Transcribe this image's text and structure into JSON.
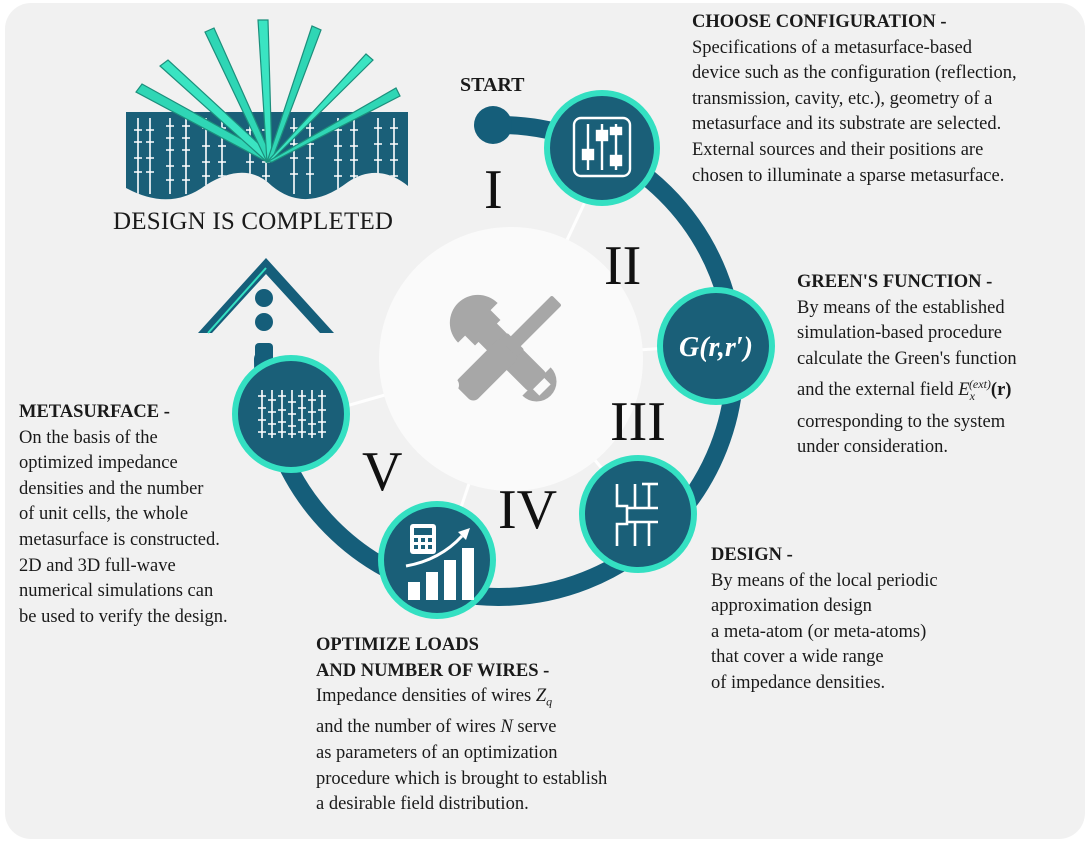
{
  "start_label": "START",
  "completion_label": "DESIGN  IS COMPLETED",
  "stages": [
    {
      "numeral": "I",
      "title": "CHOOSE CONFIGURATION -",
      "lines": [
        "Specifications of a metasurface-based",
        "device such as the configuration (reflection,",
        "transmission, cavity, etc.), geometry of a",
        "metasurface and its substrate are selected.",
        "External sources and their positions are",
        "chosen to illuminate a sparse metasurface."
      ],
      "icon": "sliders-icon"
    },
    {
      "numeral": "II",
      "title": "GREEN'S FUNCTION -",
      "lines": [
        "By means of the established",
        "simulation-based procedure",
        "calculate the Green's function",
        "and the external field",
        "corresponding to the system",
        "under consideration."
      ],
      "field_symbol": "E",
      "field_subscript": "x",
      "field_superscript": "(ext)",
      "field_argument": "(r)",
      "icon_formula": "G(r,r′)"
    },
    {
      "numeral": "III",
      "title": "DESIGN -",
      "lines": [
        "By means of the local periodic",
        "approximation design",
        "a meta-atom (or meta-atoms)",
        "that cover a wide range",
        "of impedance densities."
      ],
      "icon": "meta-atom-icon"
    },
    {
      "numeral": "IV",
      "title_lines": [
        "OPTIMIZE LOADS",
        "AND NUMBER OF WIRES -"
      ],
      "lines": [
        "Impedance densities of wires",
        "and the number of wires",
        "serve",
        "as parameters of an optimization",
        "procedure which is brought to establish",
        "a desirable field distribution."
      ],
      "z_symbol": "Z",
      "z_subscript": "q",
      "n_symbol": "N",
      "icon": "calculator-chart-icon"
    },
    {
      "numeral": "V",
      "title": "METASURFACE -",
      "lines": [
        "On the basis of the",
        "optimized impedance",
        "densities and the number",
        "of unit cells, the whole",
        "metasurface is constructed.",
        "2D and 3D full-wave",
        "numerical simulations can",
        "be used to verify the design."
      ],
      "icon": "metasurface-grid-icon"
    }
  ],
  "colors": {
    "ring": "#155e7a",
    "node_fill": "#1a5f78",
    "node_border": "#34e0c2",
    "panel": "#f1f1f1",
    "book_light": "#2fd6b5"
  },
  "center_icon": "tools-icon",
  "top_icon": "book-icon"
}
